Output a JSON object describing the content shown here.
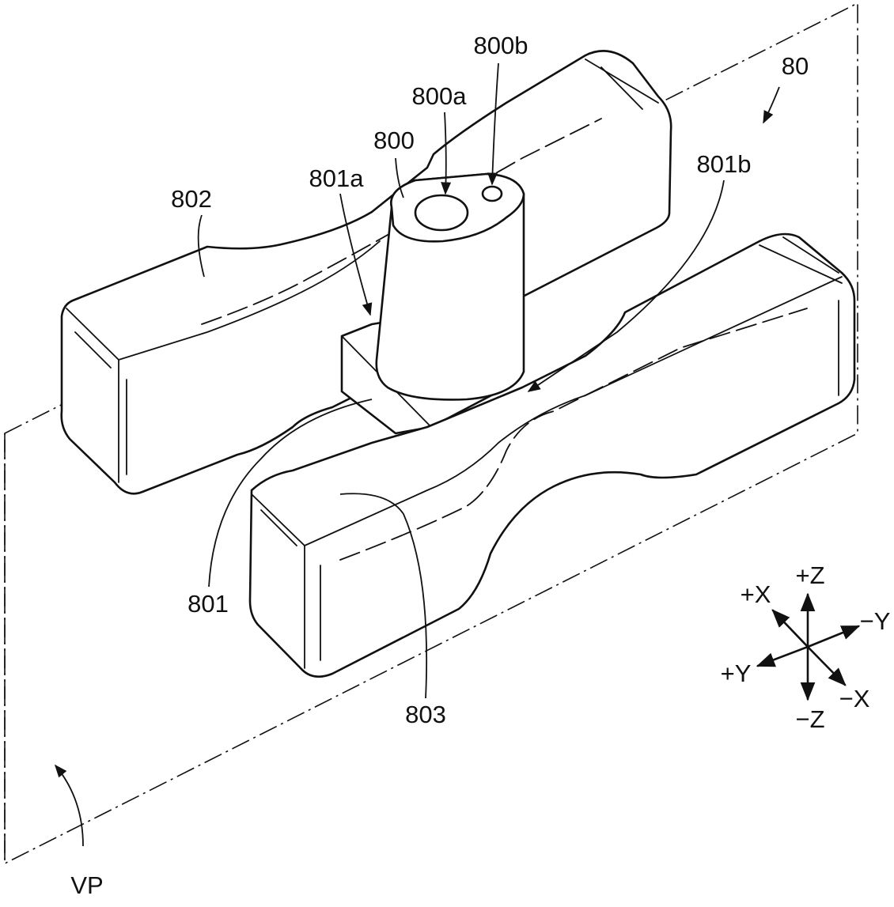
{
  "labels": {
    "assembly": "80",
    "cylinder": "800",
    "cylinder_hole_a": "800a",
    "cylinder_hole_b": "800b",
    "base": "801",
    "base_edge_a": "801a",
    "base_edge_b": "801b",
    "rear_bar": "802",
    "front_bar": "803",
    "plane": "VP"
  },
  "axes": {
    "plus_z": "+Z",
    "minus_z": "−Z",
    "plus_x": "+X",
    "minus_x": "−X",
    "plus_y": "+Y",
    "minus_y": "−Y"
  }
}
